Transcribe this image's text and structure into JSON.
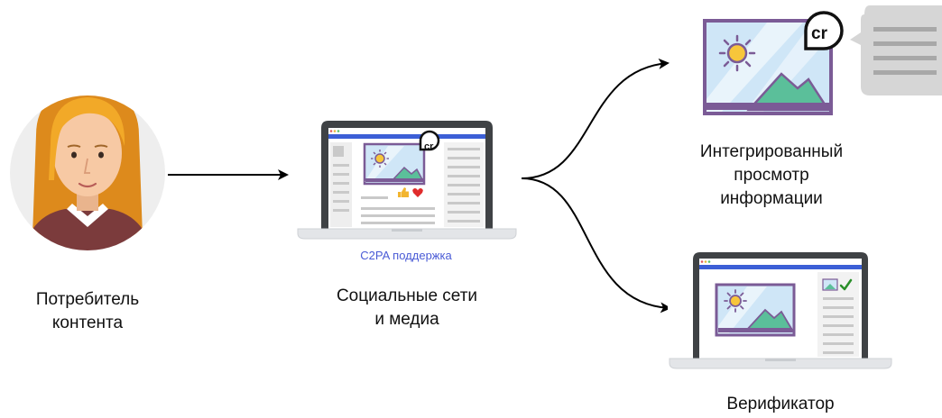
{
  "nodes": {
    "consumer": {
      "label_line1": "Потребитель",
      "label_line2": "контента"
    },
    "social": {
      "label_line1": "Социальные сети",
      "label_line2": "и медиа",
      "support_label": "C2PA поддержка"
    },
    "integrated": {
      "label_line1": "Интегрированный",
      "label_line2": "просмотр",
      "label_line3": "информации"
    },
    "verifier": {
      "label": "Верификатор"
    }
  },
  "badge": {
    "text": "cr"
  },
  "colors": {
    "hair": "#f2a928",
    "hair_dark": "#dd8a1c",
    "skin": "#f7c9a4",
    "shirt": "#7b3b3c",
    "avatar_bg": "#eeeeee",
    "laptop_frame": "#3f4245",
    "laptop_base": "#e3e5e8",
    "browser_bar": "#3c5fd6",
    "image_border": "#7b5b96",
    "image_fill": "#cfe6f7",
    "sun": "#f7c63b",
    "mountain": "#5bbf9a",
    "bubble": "#d6d6d6",
    "support_text": "#4a5bd6",
    "heart": "#e02b2b",
    "check": "#2a8f2a",
    "like": "#f2b530"
  },
  "icons": [
    "consumer-avatar-icon",
    "laptop-icon",
    "image-icon",
    "cr-badge-icon",
    "speech-bubble-icon",
    "like-icon",
    "heart-icon",
    "checkmark-icon",
    "arrow-icon"
  ]
}
